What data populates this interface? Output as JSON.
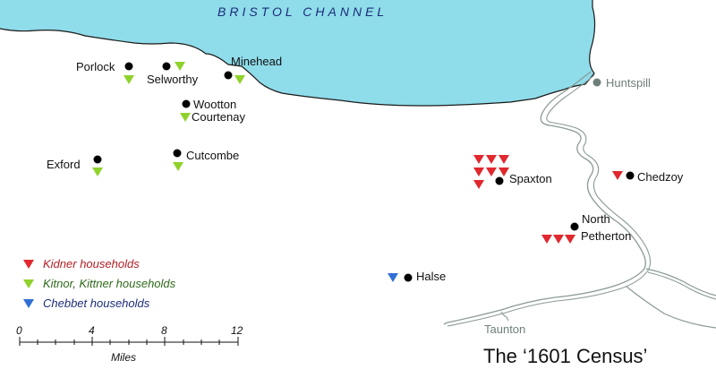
{
  "sea": {
    "label": "BRISTOL   CHANNEL",
    "color": "#8fdcea"
  },
  "places": {
    "porlock": "Porlock",
    "selworthy": "Selworthy",
    "minehead": "Minehead",
    "wootton": "Wootton",
    "courtenay": "Courtenay",
    "exford": "Exford",
    "cutcombe": "Cutcombe",
    "huntspill": "Huntspill",
    "spaxton": "Spaxton",
    "chedzoy": "Chedzoy",
    "north": "North",
    "petherton": "Petherton",
    "halse": "Halse",
    "taunton": "Taunton"
  },
  "legend": {
    "kidner": {
      "label": "Kidner households",
      "color": "#e0282e"
    },
    "kitnor": {
      "label": "Kitnor, Kittner households",
      "color": "#8fd22c"
    },
    "chebbet": {
      "label": "Chebbet households",
      "color": "#2f6fd6"
    }
  },
  "scale": {
    "ticks": [
      "0",
      "4",
      "8",
      "12"
    ],
    "unit": "Miles"
  },
  "title": "The ‘1601 Census’",
  "colors": {
    "town_dot": "#000000",
    "river": "#8a9a96",
    "coast": "#1a1a1a"
  },
  "icons": {
    "town": "black-dot-icon",
    "household": "triangle-marker-icon"
  }
}
